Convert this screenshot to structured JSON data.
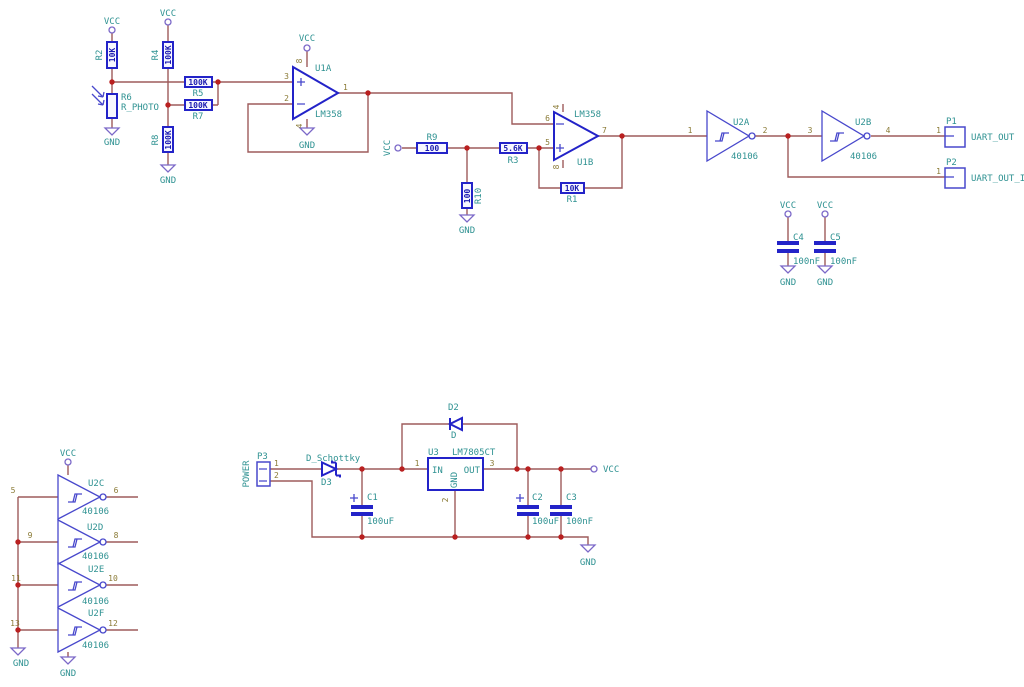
{
  "power": {
    "vcc": "VCC",
    "gnd": "GND"
  },
  "c": {
    "r2": {
      "ref": "R2",
      "value": "10K"
    },
    "r4": {
      "ref": "R4",
      "value": "100K"
    },
    "r5": {
      "ref": "R5",
      "value": "100K"
    },
    "r6": {
      "ref": "R6",
      "value": "R_PHOTO"
    },
    "r7": {
      "ref": "R7",
      "value": "100K"
    },
    "r8": {
      "ref": "R8",
      "value": "100K"
    },
    "r9": {
      "ref": "R9",
      "value": "100"
    },
    "r10": {
      "ref": "R10",
      "value": "100"
    },
    "r3": {
      "ref": "R3",
      "value": "5.6K"
    },
    "r1": {
      "ref": "R1",
      "value": "10K"
    },
    "u1a": {
      "ref": "U1A",
      "value": "LM358",
      "pin_inp": "3",
      "pin_inn": "2",
      "pin_out": "1",
      "pin_vp": "8",
      "pin_vm": "4"
    },
    "u1b": {
      "ref": "U1B",
      "value": "LM358",
      "pin_inn": "6",
      "pin_inp": "5",
      "pin_out": "7",
      "pin_top": "4",
      "pin_bot": "8"
    },
    "u2a": {
      "ref": "U2A",
      "value": "40106",
      "pin_in": "1",
      "pin_out": "2"
    },
    "u2b": {
      "ref": "U2B",
      "value": "40106",
      "pin_in": "3",
      "pin_out": "4"
    },
    "u2c": {
      "ref": "U2C",
      "value": "40106",
      "pin_in": "5",
      "pin_out": "6"
    },
    "u2d": {
      "ref": "U2D",
      "value": "40106",
      "pin_in": "9",
      "pin_out": "8"
    },
    "u2e": {
      "ref": "U2E",
      "value": "40106",
      "pin_in": "11",
      "pin_out": "10"
    },
    "u2f": {
      "ref": "U2F",
      "value": "40106",
      "pin_in": "13",
      "pin_out": "12"
    },
    "u3": {
      "ref": "U3",
      "value": "LM7805CT",
      "pin_in_name": "IN",
      "pin_out_name": "OUT",
      "pin_gnd_name": "GND",
      "pin_in": "1",
      "pin_out": "3",
      "pin_gnd": "2"
    },
    "c1": {
      "ref": "C1",
      "value": "100uF"
    },
    "c2": {
      "ref": "C2",
      "value": "100uF"
    },
    "c3": {
      "ref": "C3",
      "value": "100nF"
    },
    "c4": {
      "ref": "C4",
      "value": "100nF"
    },
    "c5": {
      "ref": "C5",
      "value": "100nF"
    },
    "d2": {
      "ref": "D2",
      "value": "D"
    },
    "d3": {
      "ref": "D3",
      "value": "D_Schottky"
    },
    "p1": {
      "ref": "P1",
      "pin": "1",
      "net": "UART_OUT"
    },
    "p2": {
      "ref": "P2",
      "pin": "1",
      "net": "UART_OUT_INV"
    },
    "p3": {
      "ref": "P3",
      "value": "POWER",
      "pin1": "1",
      "pin2": "2"
    }
  }
}
